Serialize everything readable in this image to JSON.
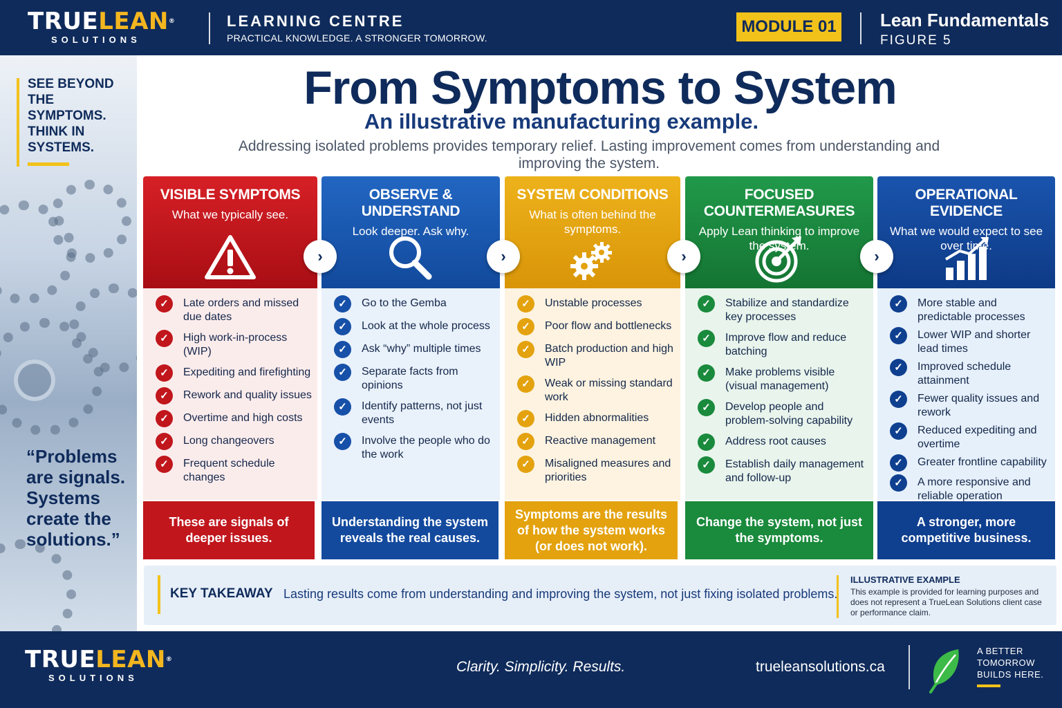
{
  "brand": {
    "word1": "TRUE",
    "word2": "LEAN",
    "registered": "®",
    "subtitle": "SOLUTIONS"
  },
  "header": {
    "centre_title": "LEARNING CENTRE",
    "centre_tagline": "PRACTICAL KNOWLEDGE. A STRONGER TOMORROW.",
    "module": "MODULE 01",
    "course": "Lean Fundamentals",
    "figure": "FIGURE 5"
  },
  "left_panel": {
    "intro": "SEE BEYOND THE SYMPTOMS. THINK IN SYSTEMS.",
    "quote": "“Problems are signals. Systems create the solutions.”"
  },
  "main": {
    "title": "From Symptoms to System",
    "subtitle": "An illustrative manufacturing example.",
    "description": "Addressing isolated problems provides temporary relief. Lasting improvement comes from understanding and improving the system."
  },
  "columns": [
    {
      "title": "VISIBLE SYMPTOMS",
      "subtitle": "What we typically see.",
      "icon": "warning-triangle-icon",
      "color": "#c0161c",
      "items": [
        "Late orders and missed due dates",
        "High work-in-process (WIP)",
        "Expediting and firefighting",
        "Rework and quality issues",
        "Overtime and high costs",
        "Long changeovers",
        "Frequent schedule changes"
      ],
      "footer": "These are signals of deeper issues."
    },
    {
      "title": "OBSERVE & UNDERSTAND",
      "subtitle": "Look deeper. Ask why.",
      "icon": "magnifier-icon",
      "color": "#1650a8",
      "items": [
        "Go to the Gemba",
        "Look at the whole process",
        "Ask “why” multiple times",
        "Separate facts from opinions",
        "Identify patterns, not just events",
        "Involve the people who do the work"
      ],
      "footer": "Understanding the system reveals the real causes."
    },
    {
      "title": "SYSTEM CONDITIONS",
      "subtitle": "What is often behind the symptoms.",
      "icon": "gears-icon",
      "color": "#e3a20e",
      "items": [
        "Unstable processes",
        "Poor flow and bottlenecks",
        "Batch production and high WIP",
        "Weak or missing standard work",
        "Hidden abnormalities",
        "Reactive management",
        "Misaligned measures and priorities"
      ],
      "footer": "Symptoms are the results of how the system works (or does not work)."
    },
    {
      "title": "FOCUSED COUNTERMEASURES",
      "subtitle": "Apply Lean thinking to improve the system.",
      "icon": "target-icon",
      "color": "#1a8a3c",
      "items": [
        "Stabilize and standardize key processes",
        "Improve flow and reduce batching",
        "Make problems visible (visual management)",
        "Develop people and problem-solving capability",
        "Address root causes",
        "Establish daily management and follow-up"
      ],
      "footer": "Change the system, not just the symptoms."
    },
    {
      "title": "OPERATIONAL EVIDENCE",
      "subtitle": "What we would expect to see over time.",
      "icon": "growth-chart-icon",
      "color": "#0f3f8f",
      "items": [
        "More stable and predictable processes",
        "Lower WIP and shorter lead times",
        "Improved schedule attainment",
        "Fewer quality issues and rework",
        "Reduced expediting and overtime",
        "Greater frontline capability",
        "A more responsive and reliable operation"
      ],
      "footer": "A stronger, more competitive business."
    }
  ],
  "takeaway": {
    "label": "KEY TAKEAWAY",
    "text": "Lasting results come from understanding and improving the system, not just fixing isolated problems.",
    "illustrative_title": "ILLUSTRATIVE EXAMPLE",
    "illustrative_text": "This example is provided for learning purposes and does not represent a TrueLean Solutions client case or performance claim."
  },
  "footer": {
    "tagline": "Clarity. Simplicity. Results.",
    "url": "trueleansolutions.ca",
    "motto": "A BETTER TOMORROW BUILDS HERE."
  }
}
